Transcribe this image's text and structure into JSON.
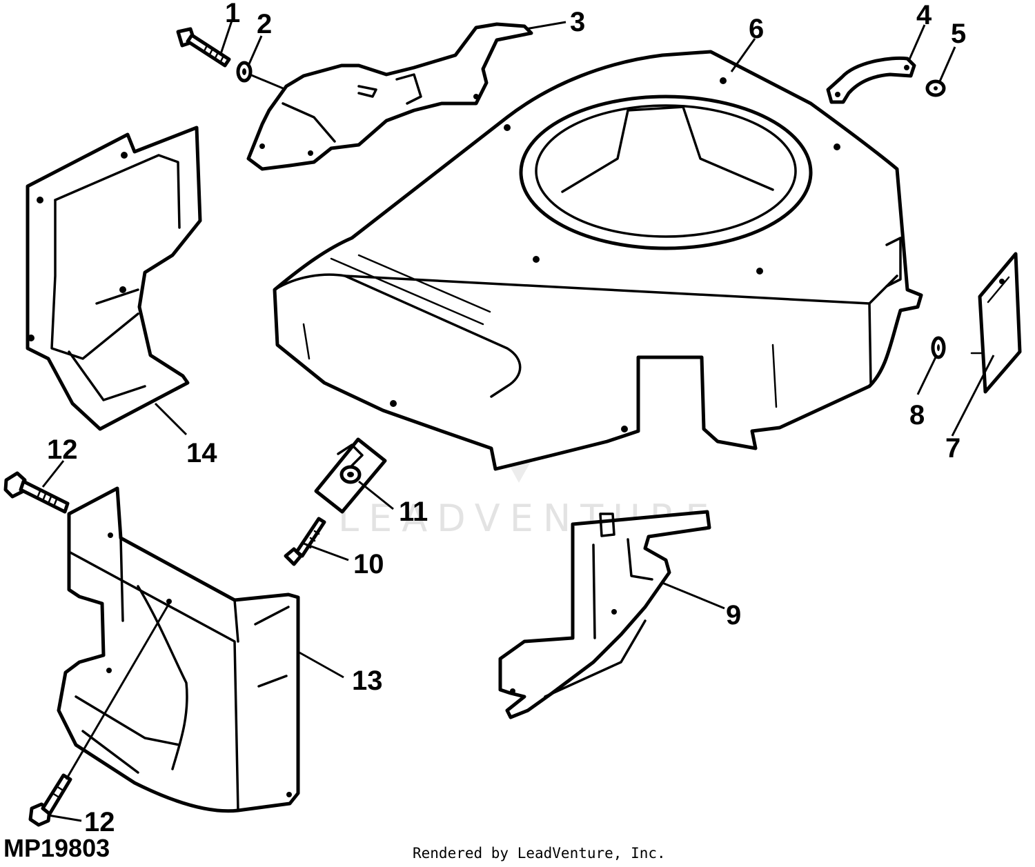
{
  "diagram": {
    "figure_id": "MP19803",
    "credit": "Rendered by LeadVenture, Inc.",
    "watermark": "LEADVENTURE",
    "callouts": [
      "1",
      "2",
      "3",
      "4",
      "5",
      "6",
      "7",
      "8",
      "9",
      "10",
      "11",
      "12",
      "12",
      "13",
      "14"
    ]
  }
}
